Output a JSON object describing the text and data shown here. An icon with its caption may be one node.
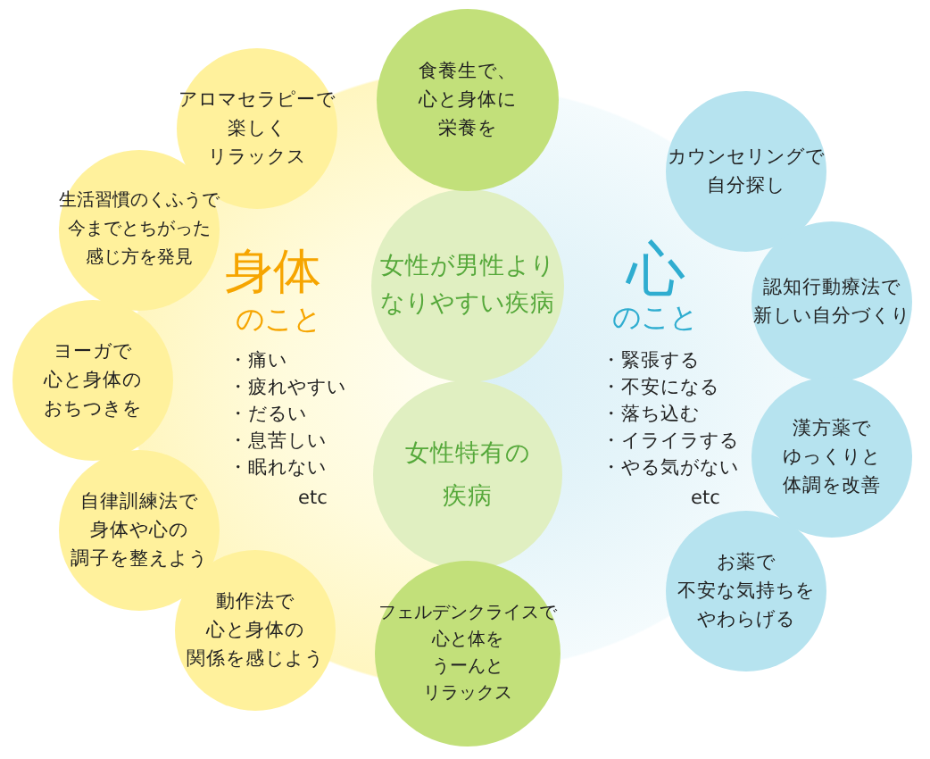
{
  "diagram": {
    "nodes": [
      {
        "text": [
          "身体",
          "のこと",
          "・痛い",
          "・疲れやすい",
          "・だるい",
          "・息苦しい",
          "・眠れない",
          "etc"
        ]
      },
      {
        "text": [
          "アロマセラピーで楽しくリラックス"
        ]
      },
      {
        "text": [
          "生活習慣のくふうで今までとちがった感じ方を発見"
        ]
      },
      {
        "text": [
          "ヨーガで心と身体のおちつきを"
        ]
      },
      {
        "text": [
          "自律訓練法で身体や心の調子を整えよう"
        ]
      },
      {
        "text": [
          "動作法で心と身体の関係を感じよう"
        ]
      },
      {
        "text": [
          "食養生で、心と身体に栄養を"
        ]
      },
      {
        "text": [
          "女性が男性よりなりやすい疾病"
        ]
      },
      {
        "text": [
          "女性特有の疾病"
        ]
      },
      {
        "text": [
          "フェルデンクライスで心と体をうーんとリラックス"
        ]
      },
      {
        "text": [
          "心",
          "のこと",
          "・緊張する",
          "・不安になる",
          "・落ち込む",
          "・イライラする",
          "・やる気がない",
          "etc"
        ]
      },
      {
        "text": [
          "カウンセリングで自分探し"
        ]
      },
      {
        "text": [
          "認知行動療法で新しい自分づくり"
        ]
      },
      {
        "text": [
          "漢方薬でゆっくりと体調を改善"
        ]
      },
      {
        "text": [
          "お薬で不安な気持ちをやわらげる"
        ]
      }
    ]
  }
}
